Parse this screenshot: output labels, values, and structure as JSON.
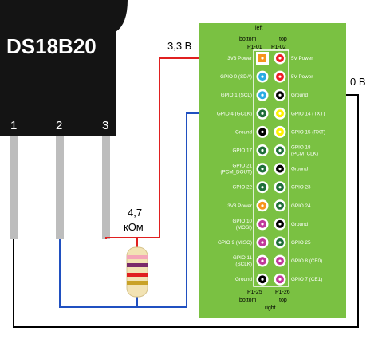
{
  "sensor": {
    "name": "DS18B20",
    "pins": [
      "1",
      "2",
      "3"
    ]
  },
  "labels": {
    "vcc": "3,3 В",
    "gnd": "0 В",
    "resistor_value": "4,7",
    "resistor_unit": "кОм"
  },
  "header": {
    "top_side": "left",
    "top_bottom": "bottom",
    "top_top": "top",
    "top_p1": "P1-01",
    "top_p2": "P1-02",
    "bot_p1": "P1-25",
    "bot_p2": "P1-26",
    "bot_bottom": "bottom",
    "bot_top": "top",
    "bot_side": "right"
  },
  "gpio_left": [
    "3V3 Power",
    "GPIO 0 (SDA)",
    "GPIO 1 (SCL)",
    "GPIO 4 (GCLK)",
    "Ground",
    "GPIO 17",
    "GPIO 21 (PCM_DOUT)",
    "GPIO 22",
    "3V3 Power",
    "GPIO 10 (MOSI)",
    "GPIO 9 (MISO)",
    "GPIO 11 (SCLK)",
    "Ground"
  ],
  "gpio_right": [
    "5V Power",
    "5V Power",
    "Ground",
    "GPIO 14 (TXT)",
    "GPIO 15 (RXT)",
    "GPIO 18 (PCM_CLK)",
    "Ground",
    "GPIO 23",
    "GPIO 24",
    "Ground",
    "GPIO 25",
    "GPIO 8 (CE0)",
    "GPIO 7 (CE1)"
  ],
  "colors": {
    "board": "#7ac142",
    "power_3v3": "#f7941d",
    "power_5v": "#ed1c24",
    "i2c": "#29abe2",
    "ground": "#000000",
    "uart": "#fff200",
    "gpio": "#1f6f3a",
    "spi": "#c0399b",
    "wire_red": "#e02020",
    "wire_blue": "#2050c0",
    "wire_black": "#000000"
  }
}
